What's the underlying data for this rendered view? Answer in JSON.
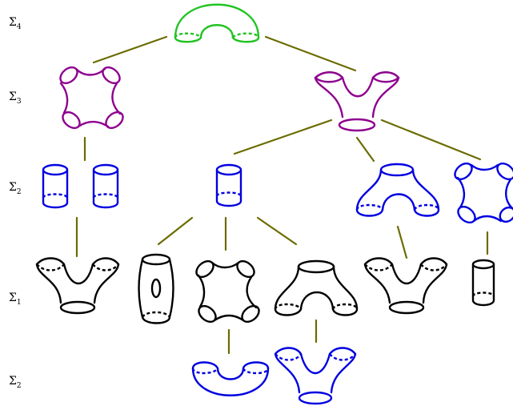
{
  "levels": [
    {
      "symbol": "Σ",
      "index": "4"
    },
    {
      "symbol": "Σ",
      "index": "3"
    },
    {
      "symbol": "Σ",
      "index": "2"
    },
    {
      "symbol": "Σ",
      "index": "1"
    },
    {
      "symbol": "Σ",
      "index": "2"
    }
  ],
  "colors": {
    "edge": "#6b6b00",
    "sigma4": "#22c322",
    "sigma3": "#8e008e",
    "sigma2": "#0000e0",
    "sigma1": "#000000"
  }
}
